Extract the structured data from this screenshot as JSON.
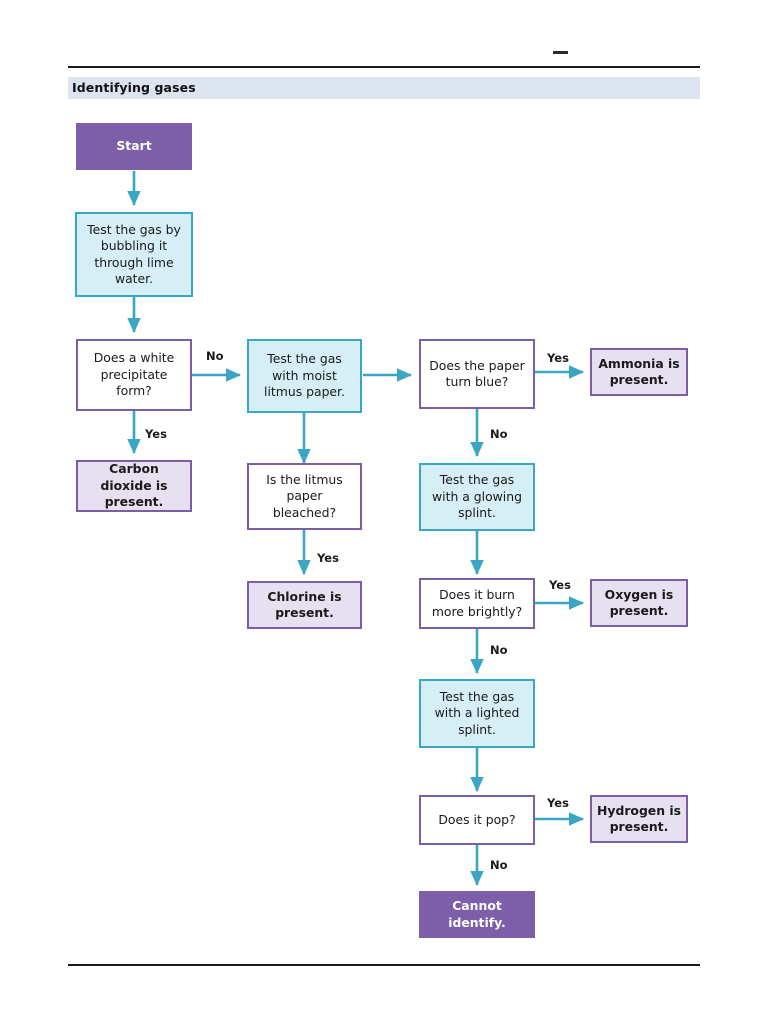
{
  "page": {
    "header_title": "Identifying gases",
    "top_mark": "–",
    "colors": {
      "terminator_fill": "#7c5fa8",
      "test_fill": "#d6eef6",
      "test_border": "#3ba6c4",
      "decision_border": "#7b5ea6",
      "result_fill": "#e7e0f1",
      "connector": "#3ba6c4",
      "header_band": "#dce5ef"
    }
  },
  "chart_data": {
    "type": "diagram",
    "title": "Identifying gases",
    "nodes": [
      {
        "id": "start",
        "kind": "terminator",
        "text": "Start"
      },
      {
        "id": "lime-water",
        "kind": "test",
        "text": "Test the gas by bubbling it through lime water."
      },
      {
        "id": "white-ppt",
        "kind": "decision",
        "text": "Does a white precipitate form?"
      },
      {
        "id": "carbon-dioxide",
        "kind": "result",
        "text": "Carbon dioxide is present."
      },
      {
        "id": "litmus",
        "kind": "test",
        "text": "Test the gas with moist litmus paper."
      },
      {
        "id": "bleached",
        "kind": "decision",
        "text": "Is the litmus paper bleached?"
      },
      {
        "id": "chlorine",
        "kind": "result",
        "text": "Chlorine is present."
      },
      {
        "id": "paper-blue",
        "kind": "decision",
        "text": "Does the paper turn blue?"
      },
      {
        "id": "ammonia",
        "kind": "result",
        "text": "Ammonia is present."
      },
      {
        "id": "glowing-splint",
        "kind": "test",
        "text": "Test the gas with a glowing splint."
      },
      {
        "id": "burn-brighter",
        "kind": "decision",
        "text": "Does it burn more brightly?"
      },
      {
        "id": "oxygen",
        "kind": "result",
        "text": "Oxygen is present."
      },
      {
        "id": "lighted-splint",
        "kind": "test",
        "text": "Test the gas with a lighted splint."
      },
      {
        "id": "pop",
        "kind": "decision",
        "text": "Does it pop?"
      },
      {
        "id": "hydrogen",
        "kind": "result",
        "text": "Hydrogen is present."
      },
      {
        "id": "cannot-identify",
        "kind": "terminator",
        "text": "Cannot identify."
      }
    ],
    "edges": [
      {
        "from": "start",
        "to": "lime-water",
        "label": ""
      },
      {
        "from": "lime-water",
        "to": "white-ppt",
        "label": ""
      },
      {
        "from": "white-ppt",
        "to": "carbon-dioxide",
        "label": "Yes"
      },
      {
        "from": "white-ppt",
        "to": "litmus",
        "label": "No"
      },
      {
        "from": "litmus",
        "to": "bleached",
        "label": ""
      },
      {
        "from": "bleached",
        "to": "chlorine",
        "label": "Yes"
      },
      {
        "from": "litmus",
        "to": "paper-blue",
        "label": ""
      },
      {
        "from": "paper-blue",
        "to": "ammonia",
        "label": "Yes"
      },
      {
        "from": "paper-blue",
        "to": "glowing-splint",
        "label": "No"
      },
      {
        "from": "glowing-splint",
        "to": "burn-brighter",
        "label": ""
      },
      {
        "from": "burn-brighter",
        "to": "oxygen",
        "label": "Yes"
      },
      {
        "from": "burn-brighter",
        "to": "lighted-splint",
        "label": "No"
      },
      {
        "from": "lighted-splint",
        "to": "pop",
        "label": ""
      },
      {
        "from": "pop",
        "to": "hydrogen",
        "label": "Yes"
      },
      {
        "from": "pop",
        "to": "cannot-identify",
        "label": "No"
      }
    ],
    "edge_labels": [
      {
        "id": "lbl-no-1",
        "text": "No"
      },
      {
        "id": "lbl-yes-1",
        "text": "Yes"
      },
      {
        "id": "lbl-yes-2",
        "text": "Yes"
      },
      {
        "id": "lbl-yes-3",
        "text": "Yes"
      },
      {
        "id": "lbl-no-2",
        "text": "No"
      },
      {
        "id": "lbl-yes-4",
        "text": "Yes"
      },
      {
        "id": "lbl-no-3",
        "text": "No"
      },
      {
        "id": "lbl-yes-5",
        "text": "Yes"
      },
      {
        "id": "lbl-no-4",
        "text": "No"
      }
    ]
  }
}
